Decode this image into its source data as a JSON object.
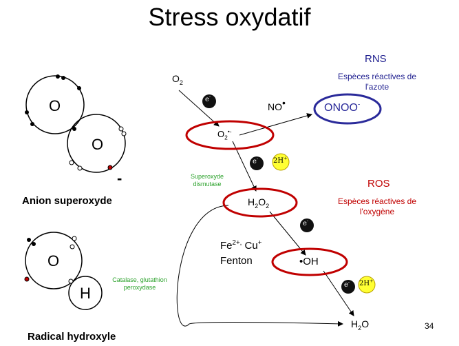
{
  "title": "Stress oxydatif",
  "page_number": "34",
  "superoxide": {
    "atom1": "O",
    "atom2": "O",
    "charge": "-",
    "label": "Anion superoxyde"
  },
  "hydroxyl": {
    "atom1": "O",
    "atom2": "H",
    "label": "Radical hydroxyle"
  },
  "species": {
    "o2": "O",
    "o2_sub": "2",
    "o2_radical": "O",
    "o2_radical_sub": "2",
    "o2_radical_sup": "•-",
    "no": "NO",
    "no_dot": "•",
    "onoo": "ONOO",
    "onoo_sup": "-",
    "h2o2_a": "H",
    "h2o2_sub1": "2",
    "h2o2_b": "O",
    "h2o2_sub2": "2",
    "oh": "•OH",
    "h2o_a": "H",
    "h2o_sub": "2",
    "h2o_b": "O"
  },
  "groups": {
    "rns_title": "RNS",
    "rns_line1": "Espèces réactives de",
    "rns_line2": "l'azote",
    "ros_title": "ROS",
    "ros_line1": "Espèces réactives de",
    "ros_line2": "l'oxygène"
  },
  "enzymes": {
    "sod_line1": "Superoxyde",
    "sod_line2": "dismutase",
    "cat_line1": "Catalase, glutathion",
    "cat_line2": "peroxydase"
  },
  "fenton": {
    "fe": "Fe",
    "fe_sup": "2+,",
    "cu": " Cu",
    "cu_sup": "+",
    "label": "Fenton"
  },
  "badges": {
    "electron": "e",
    "electron_sup": "-",
    "protons": "2H",
    "protons_sup": "+"
  },
  "colors": {
    "red": "#c00000",
    "blue": "#2a2a9a",
    "green": "#2aa12a",
    "yellow": "#ffff33",
    "electron_fill": "#111111"
  }
}
